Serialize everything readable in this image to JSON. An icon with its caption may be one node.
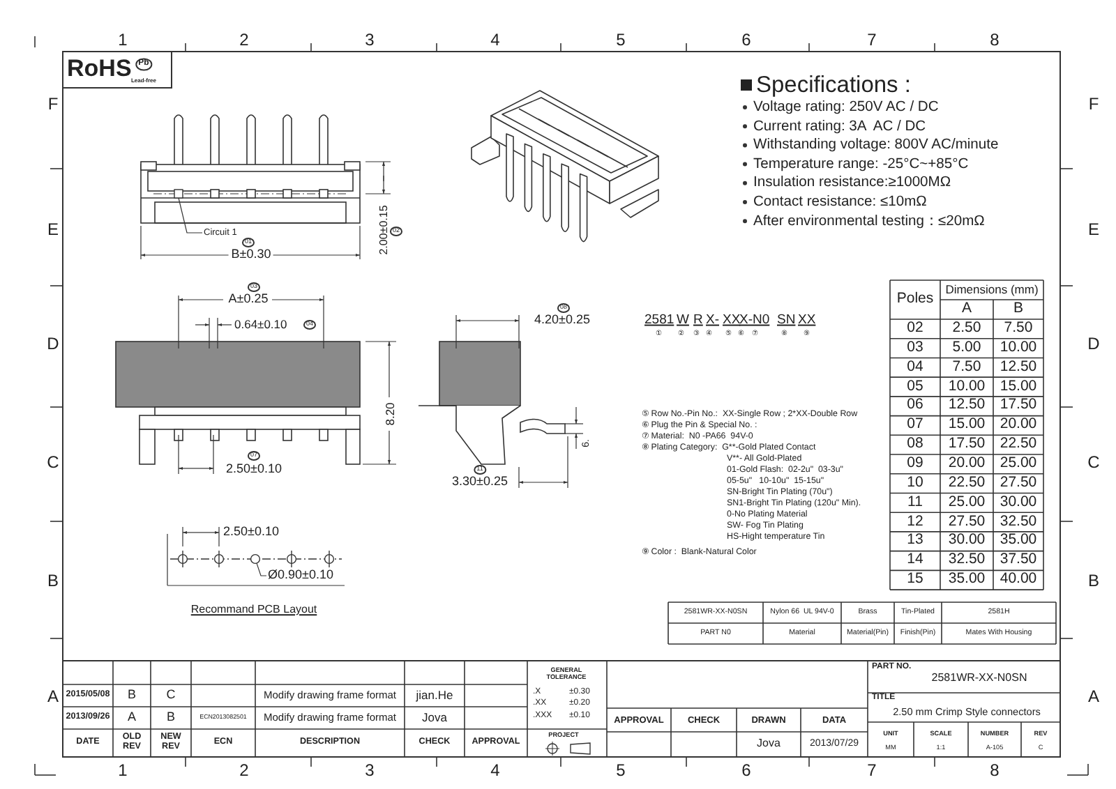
{
  "diagram": {
    "nodes": [
      {
        "text": [
          "Circuit 1"
        ]
      },
      {
        "text": [
          "Ø0.90±0.10"
        ]
      },
      {
        "text": [],
        "shape": "box"
      },
      {
        "text": [],
        "shape": "circle"
      }
    ],
    "edges": [
      {
        "from": 0,
        "to": 2,
        "arrow": "none"
      },
      {
        "from": 1,
        "to": 3,
        "arrow": "none"
      }
    ],
    "labels": [
      "1",
      "2",
      "3",
      "4",
      "5",
      "6",
      "7",
      "8",
      "F",
      "E",
      "D",
      "C",
      "B",
      "A",
      "F",
      "E",
      "D",
      "C",
      "B",
      "A",
      "1",
      "2",
      "3",
      "4",
      "5",
      "6",
      "7",
      "8",
      "RoHS",
      "Pb",
      "Lead-free",
      "B±0.30",
      "01",
      "2.00±0.15",
      "02",
      "A±0.25",
      "03",
      "0.64±0.10",
      "04",
      "8.20",
      "2.50±0.10",
      "07",
      "4.20±0.25",
      "08",
      "6.",
      "3.30±0.25",
      "11",
      "2.50±0.10",
      "Recommand PCB Layout",
      "Specifications :",
      "Voltage rating: 250V AC / DC",
      "Current rating: 3A  AC / DC",
      "Withstanding voltage: 800V AC/minute",
      "Temperature range: -25°C~+85°C",
      "Insulation resistance:≥1000MΩ",
      "Contact resistance: ≤10mΩ",
      "After environmental testing：≤20mΩ",
      "2581",
      "W",
      "R",
      "X-",
      "XX",
      "X-N0",
      "SN",
      "XX",
      "①",
      "②",
      "③",
      "④",
      "⑤",
      "⑥",
      "⑦",
      "⑧",
      "⑨",
      "⑤ Row No.-Pin No.:  XX-Single Row ; 2*XX-Double Row",
      "⑥ Plug the Pin & Special No. :",
      "⑦ Material:  N0 -PA66  94V-0",
      "⑧ Plating Category:  G**-Gold Plated Contact",
      "V**- All Gold-Plated",
      "01-Gold Flash:  02-2u\"  03-3u\"",
      "05-5u\"   10-10u\"  15-15u\"",
      "SN-Bright Tin Plating (70u\")",
      "SN1-Bright Tin Plating (120u\" Min).",
      "0-No Plating Material",
      "SW- Fog Tin Plating",
      "HS-Hight temperature Tin",
      "⑨ Color :  Blank-Natural Color",
      "Poles",
      "Dimensions (mm)",
      "A",
      "B",
      "02",
      "2.50",
      "7.50",
      "03",
      "5.00",
      "10.00",
      "04",
      "7.50",
      "12.50",
      "05",
      "10.00",
      "15.00",
      "06",
      "12.50",
      "17.50",
      "07",
      "15.00",
      "20.00",
      "08",
      "17.50",
      "22.50",
      "09",
      "20.00",
      "25.00",
      "10",
      "22.50",
      "27.50",
      "11",
      "25.00",
      "30.00",
      "12",
      "27.50",
      "32.50",
      "13",
      "30.00",
      "35.00",
      "14",
      "32.50",
      "37.50",
      "15",
      "35.00",
      "40.00",
      "2581WR-XX-N0SN",
      "Nylon 66  UL 94V-0",
      "Brass",
      "Tin-Plated",
      "2581H",
      "PART N0",
      "Material",
      "Material(Pin)",
      "Finish(Pin)",
      "Mates With Housing",
      "2015/05/08",
      "B",
      "C",
      "Modify drawing frame format",
      "jian.He",
      "2013/09/26",
      "A",
      "B",
      "ECN2013082501",
      "Modify drawing frame format",
      "Jova",
      "DATE",
      "OLD REV",
      "NEW REV",
      "ECN",
      "DESCRIPTION",
      "CHECK",
      "APPROVAL",
      "GENERAL TOLERANCE",
      ".X",
      "±0.30",
      ".XX",
      "±0.20",
      ".XXX",
      "±0.10",
      "PROJECT",
      "APPROVAL",
      "CHECK",
      "DRAWN",
      "DATA",
      "Jova",
      "2013/07/29",
      "PART NO.",
      "2581WR-XX-N0SN",
      "TITLE",
      "2.50 mm Crimp Style connectors",
      "UNIT",
      "MM",
      "SCALE",
      "1:1",
      "NUMBER",
      "A-105",
      "REV",
      "C"
    ]
  }
}
